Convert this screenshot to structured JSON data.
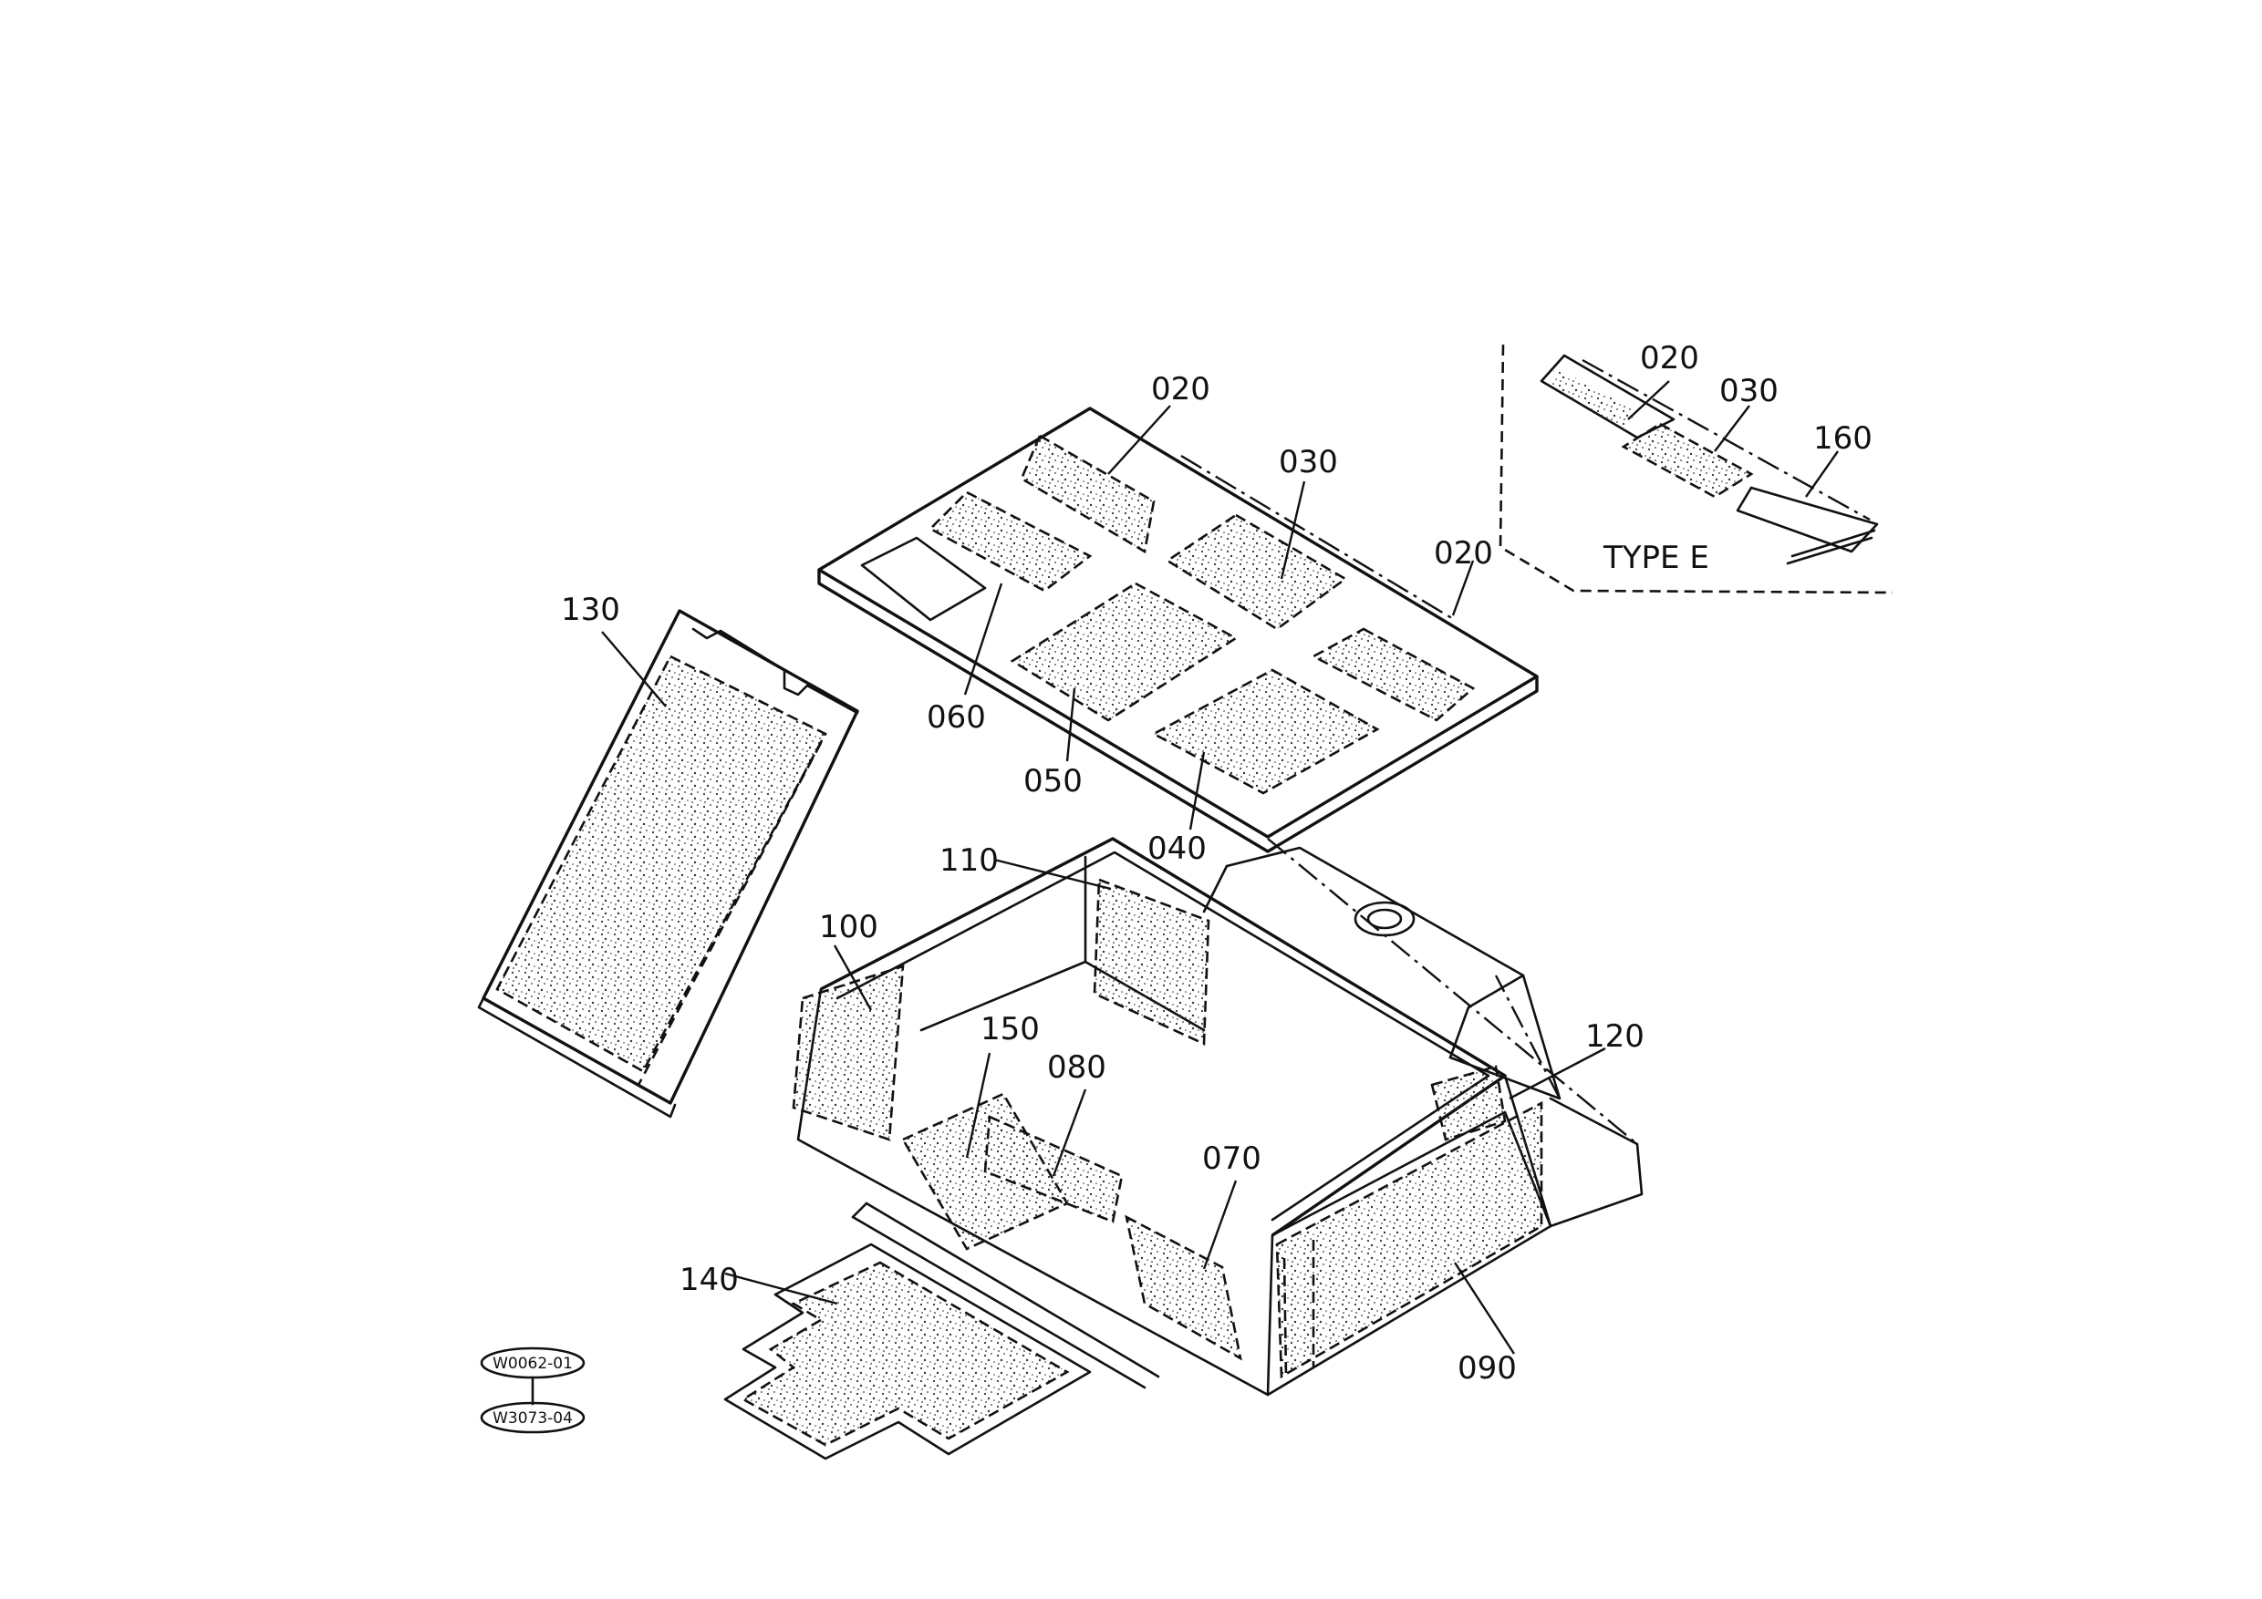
{
  "diagram": {
    "callouts": {
      "c020a": "020",
      "c030a": "030",
      "c020b": "020",
      "c060": "060",
      "c050": "050",
      "c040": "040",
      "c130": "130",
      "c110": "110",
      "c100": "100",
      "c150": "150",
      "c080": "080",
      "c070": "070",
      "c120": "120",
      "c090": "090",
      "c140": "140",
      "t020": "020",
      "t030": "030",
      "t160": "160"
    },
    "inset_title": "TYPE E",
    "reference_tags": [
      "W0062-01",
      "W3073-04"
    ]
  }
}
